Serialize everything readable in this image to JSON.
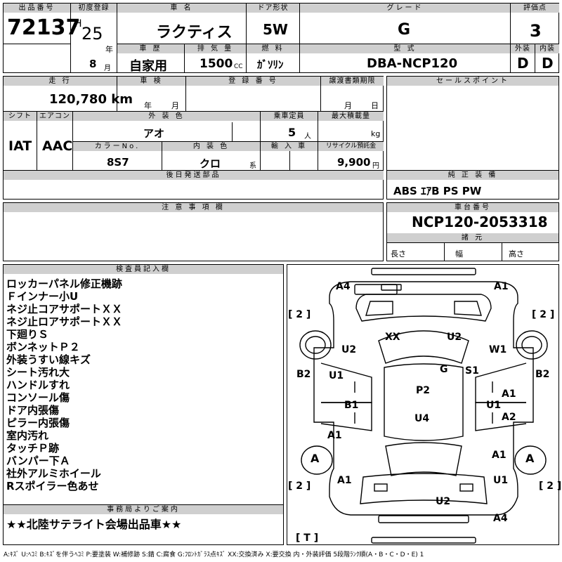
{
  "header": {
    "lot_no_label": "出品番号",
    "lot_no": "72137",
    "first_reg_label": "初度登録",
    "era": "H",
    "year": "25",
    "year_unit": "年",
    "month": "8",
    "month_unit": "月",
    "car_name_label": "車 名",
    "car_name": "ラクティス",
    "door_label": "ドア形状",
    "door": "5W",
    "grade_label": "グレード",
    "grade": "G",
    "score_label": "評価点",
    "score": "3",
    "history_label": "車 歴",
    "history": "自家用",
    "displacement_label": "排 気 量",
    "displacement": "1500",
    "displacement_unit": "CC",
    "fuel_label": "燃 料",
    "fuel": "ｶﾞｿﾘﾝ",
    "model_label": "型 式",
    "model": "DBA-NCP120",
    "ext_label": "外装",
    "ext_grade": "D",
    "int_label": "内装",
    "int_grade": "D"
  },
  "row2": {
    "mileage_label": "走 行",
    "mileage": "120,780 km",
    "inspection_label": "車 検",
    "insp_year_unit": "年",
    "insp_month_unit": "月",
    "reg_no_label": "登 録 番 号",
    "transfer_label": "譲渡書類期限",
    "transfer_month_unit": "月",
    "transfer_day_unit": "日",
    "sales_point_label": "セールスポイント",
    "shift_label": "シフト",
    "shift": "IAT",
    "ac_label": "エアコン",
    "ac": "AAC",
    "ext_color_label": "外 装 色",
    "ext_color": "アオ",
    "capacity_label": "乗車定員",
    "capacity": "5",
    "capacity_unit": "人",
    "max_load_label": "最大積載量",
    "max_load_unit": "kg",
    "color_no_label": "カラーNo.",
    "color_no": "8S7",
    "int_color_label": "内 装 色",
    "int_color": "クロ",
    "int_color_unit": "系",
    "import_label": "輸 入 車",
    "recycle_label": "リサイクル預託金",
    "recycle": "9,900",
    "recycle_unit": "円",
    "later_parts_label": "後日発送部品",
    "equipment_label": "純 正 装 備",
    "equipment": "ABS ｴｱB PS PW"
  },
  "notes": {
    "caution_label": "注 意 事 項 欄",
    "chassis_label": "車台番号",
    "chassis_no": "NCP120-2053318",
    "dims_label": "諸 元",
    "length_label": "長さ",
    "width_label": "幅",
    "height_label": "高さ",
    "inspector_label": "検査員記入欄",
    "inspector_lines": [
      "ロッカーパネル修正機跡",
      "Ｆインナー小U",
      "ネジ止コアサポートＸＸ",
      "ネジ止ロアサポートＸＸ",
      "下廻りＳ",
      "ボンネットＰ２",
      "外装うすい線キズ",
      "シート汚れ大",
      "ハンドルすれ",
      "コンソール傷",
      "ドア内張傷",
      "ピラー内張傷",
      "室内汚れ",
      "タッチＰ跡",
      "バンパー下Ａ",
      "社外アルミホイール",
      "Rスポイラー色あせ"
    ],
    "office_label": "事務局よりご案内",
    "office_note": "★★北陸サテライト会場出品車★★"
  },
  "diagram": {
    "marks": [
      "A4",
      "A1",
      "[ 2 ]",
      "[ 2 ]",
      "XX",
      "U2",
      "U2",
      "W1",
      "B2",
      "B2",
      "U1",
      "G",
      "S1",
      "P2",
      "A1",
      "B1",
      "U1",
      "U4",
      "A2",
      "A1",
      "A",
      "A",
      "A1",
      "[ 2 ]",
      "A1",
      "U1",
      "[ 2 ]",
      "U2",
      "A4",
      "[ T ]"
    ]
  },
  "legend": "A:ｷｽﾞ U:ﾍｺﾐ B:ｷｽﾞを伴うﾍｺﾐ P:要塗装 W:補修跡 S:錆 C:腐食 G:ﾌﾛﾝﾄｶﾞﾗｽ点ｷｽﾞ XX:交換済み X:要交換 内・外装評価 5段階ﾗﾝｸ順(A・B・C・D・E) 1"
}
